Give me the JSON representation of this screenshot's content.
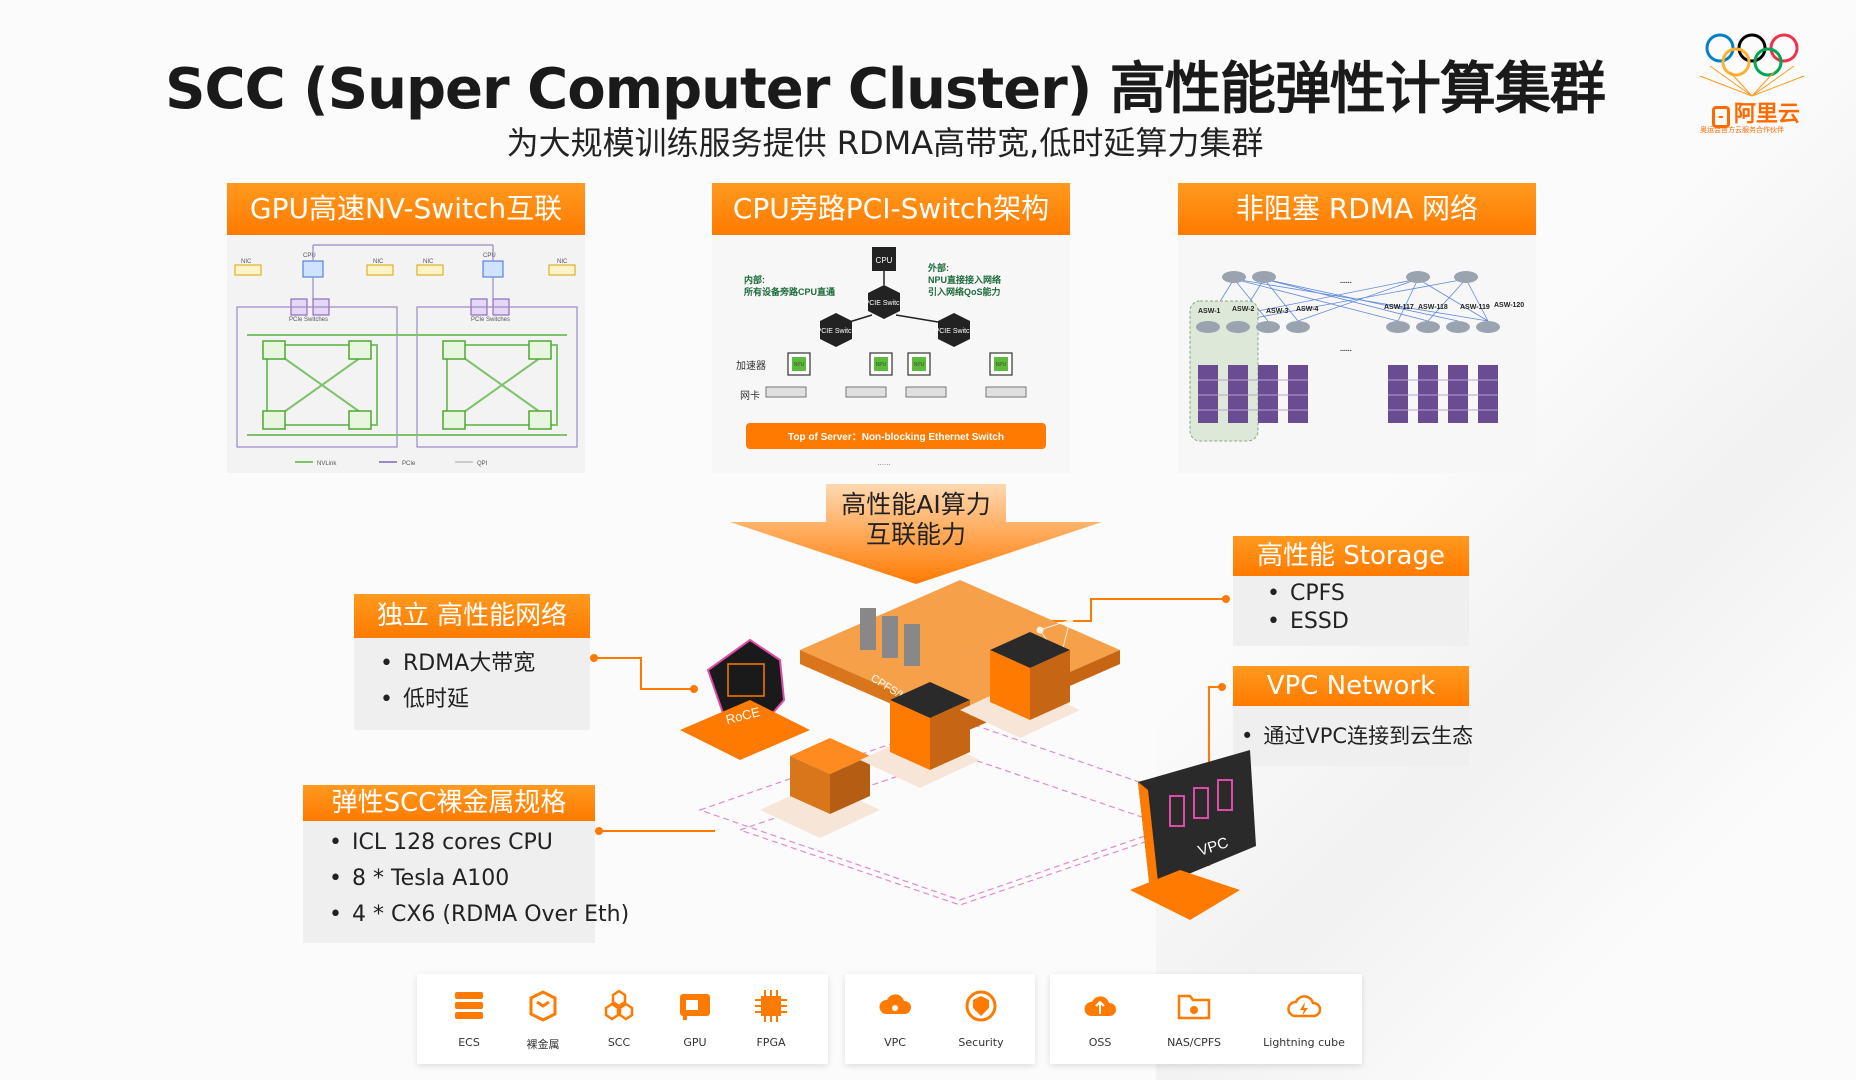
{
  "title": "SCC (Super Computer Cluster) 高性能弹性计算集群",
  "subtitle": "为大规模训练服务提供 RDMA高带宽,低时延算力集群",
  "logo": {
    "brand": "阿里云",
    "slogan": "奥运会官方云服务合作伙伴"
  },
  "panels": [
    {
      "title": "GPU高速NV-Switch互联",
      "labels": {
        "nic": "NIC",
        "cpu": "CPU",
        "pcie_switches": "PCIe Switches",
        "legend": [
          "NVLink",
          "PCIe",
          "QPI"
        ]
      }
    },
    {
      "title": "CPU旁路PCI-Switch架构",
      "labels": {
        "cpu": "CPU",
        "inner": "内部:",
        "inner_desc": "所有设备旁路CPU直通",
        "outer": "外部:",
        "outer_desc1": "NPU直接接入网络",
        "outer_desc2": "引入网络QoS能力",
        "switch": "PCIE Switch",
        "accel": "加速器",
        "nic": "网卡",
        "npu": "NPU",
        "bottom": "Top of Server：Non-blocking Ethernet Switch",
        "dots": "......"
      }
    },
    {
      "title": "非阻塞 RDMA 网络",
      "labels": {
        "asw": [
          "ASW-1",
          "ASW-2",
          "ASW-3",
          "ASW-4",
          "ASW-117",
          "ASW-118",
          "ASW-119",
          "ASW-120"
        ],
        "dots": "......"
      }
    }
  ],
  "center_arrow": {
    "line1": "高性能AI算力",
    "line2": "互联能力"
  },
  "network_box": {
    "title": "独立 高性能网络",
    "items": [
      "RDMA大带宽",
      "低时延"
    ]
  },
  "storage_box": {
    "title": "高性能 Storage",
    "items": [
      "CPFS",
      "ESSD"
    ]
  },
  "vpc_box": {
    "title": "VPC Network",
    "items": [
      "通过VPC连接到云生态"
    ]
  },
  "spec_box": {
    "title": "弹性SCC裸金属规格",
    "items": [
      "ICL 128 cores CPU",
      "8 * Tesla A100",
      "4 * CX6 (RDMA Over Eth)"
    ]
  },
  "illustration": {
    "roce": "RoCE",
    "cpfs": "CPFS/Lustre",
    "vpc": "VPC"
  },
  "services": {
    "group1": [
      {
        "icon": "ecs-icon",
        "label": "ECS"
      },
      {
        "icon": "bare-metal-icon",
        "label": "裸金属"
      },
      {
        "icon": "scc-icon",
        "label": "SCC"
      },
      {
        "icon": "gpu-icon",
        "label": "GPU"
      },
      {
        "icon": "fpga-icon",
        "label": "FPGA"
      }
    ],
    "group2": [
      {
        "icon": "vpc-icon",
        "label": "VPC"
      },
      {
        "icon": "security-icon",
        "label": "Security"
      }
    ],
    "group3": [
      {
        "icon": "oss-icon",
        "label": "OSS"
      },
      {
        "icon": "nas-icon",
        "label": "NAS/CPFS"
      },
      {
        "icon": "lightning-cube-icon",
        "label": "Lightning cube"
      }
    ]
  },
  "colors": {
    "accent": "#ff7a00",
    "accent_light": "#ff9a1f",
    "dark": "#1a1a1a",
    "npu": "#5dbb3a",
    "purple": "#6a4c93"
  }
}
